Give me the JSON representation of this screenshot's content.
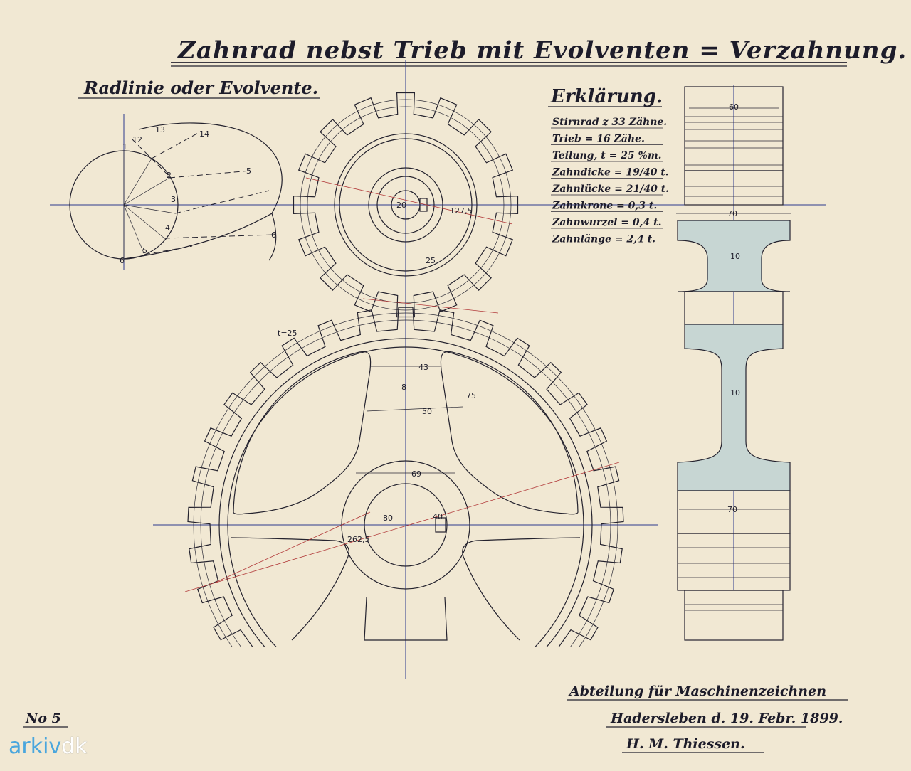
{
  "title": "Zahnrad nebst Trieb mit Evolventen = Verzahnung.",
  "subtitle": "Radlinie oder Evolvente.",
  "legend": {
    "heading": "Erklärung.",
    "lines": [
      "Stirnrad z 33 Zähne.",
      "Trieb = 16 Zähe.",
      "Teilung, t = 25 %m.",
      "Zahndicke = 19/40 t.",
      "Zahnlücke = 21/40 t.",
      "Zahnkrone = 0,3 t.",
      "Zahnwurzel = 0,4 t.",
      "Zahnlänge = 2,4 t."
    ]
  },
  "involute_labels": [
    "1",
    "2",
    "3",
    "4",
    "5",
    "6"
  ],
  "involute_outer_labels": [
    "12",
    "13",
    "14"
  ],
  "dimensions": {
    "pinion_hub": "20",
    "pinion_radius": "127,5",
    "pinion_arc": "25",
    "gear_pitch": "t=25",
    "spoke_width": "8",
    "spoke_gap": "43",
    "spoke_span": "50",
    "rim_label": "75",
    "hub_dia": "69",
    "hub_inner": "80",
    "key": "40",
    "gear_radius": "262,5",
    "side_top": "60",
    "side_mid": "70",
    "side_web_top": "10",
    "side_web_bottom": "10",
    "side_bottom": "70"
  },
  "signature": {
    "line1": "Abteilung für Maschinenzeichnen",
    "line2": "Hadersleben d. 19. Febr. 1899.",
    "line3": "H. M. Thiessen."
  },
  "sheet_number": "No 5",
  "watermark": {
    "part1": "arkiv",
    "part2": "dk"
  },
  "colors": {
    "paper": "#f1e8d3",
    "ink": "#24222e",
    "axis": "#2d3a8c",
    "section": "#c7d6d3"
  }
}
